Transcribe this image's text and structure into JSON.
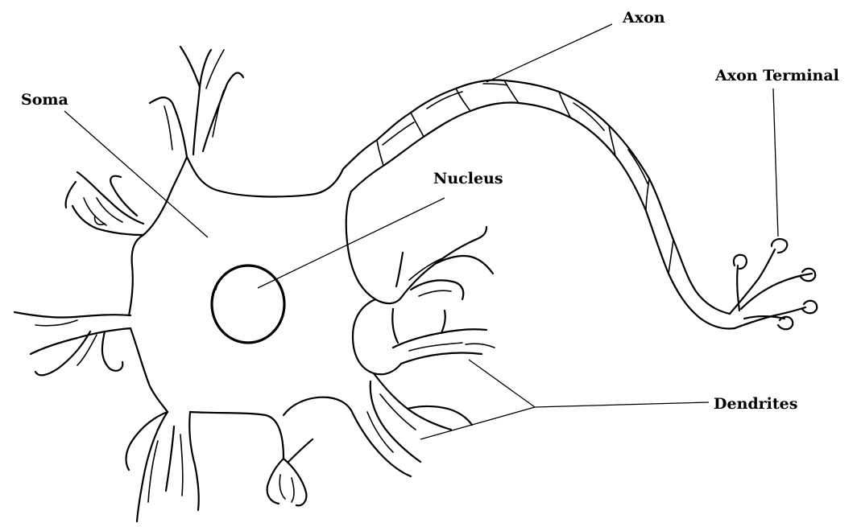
{
  "diagram": {
    "labels": {
      "axon": "Axon",
      "axon_terminal": "Axon Terminal",
      "soma": "Soma",
      "nucleus": "Nucleus",
      "dendrites": "Dendrites"
    }
  }
}
